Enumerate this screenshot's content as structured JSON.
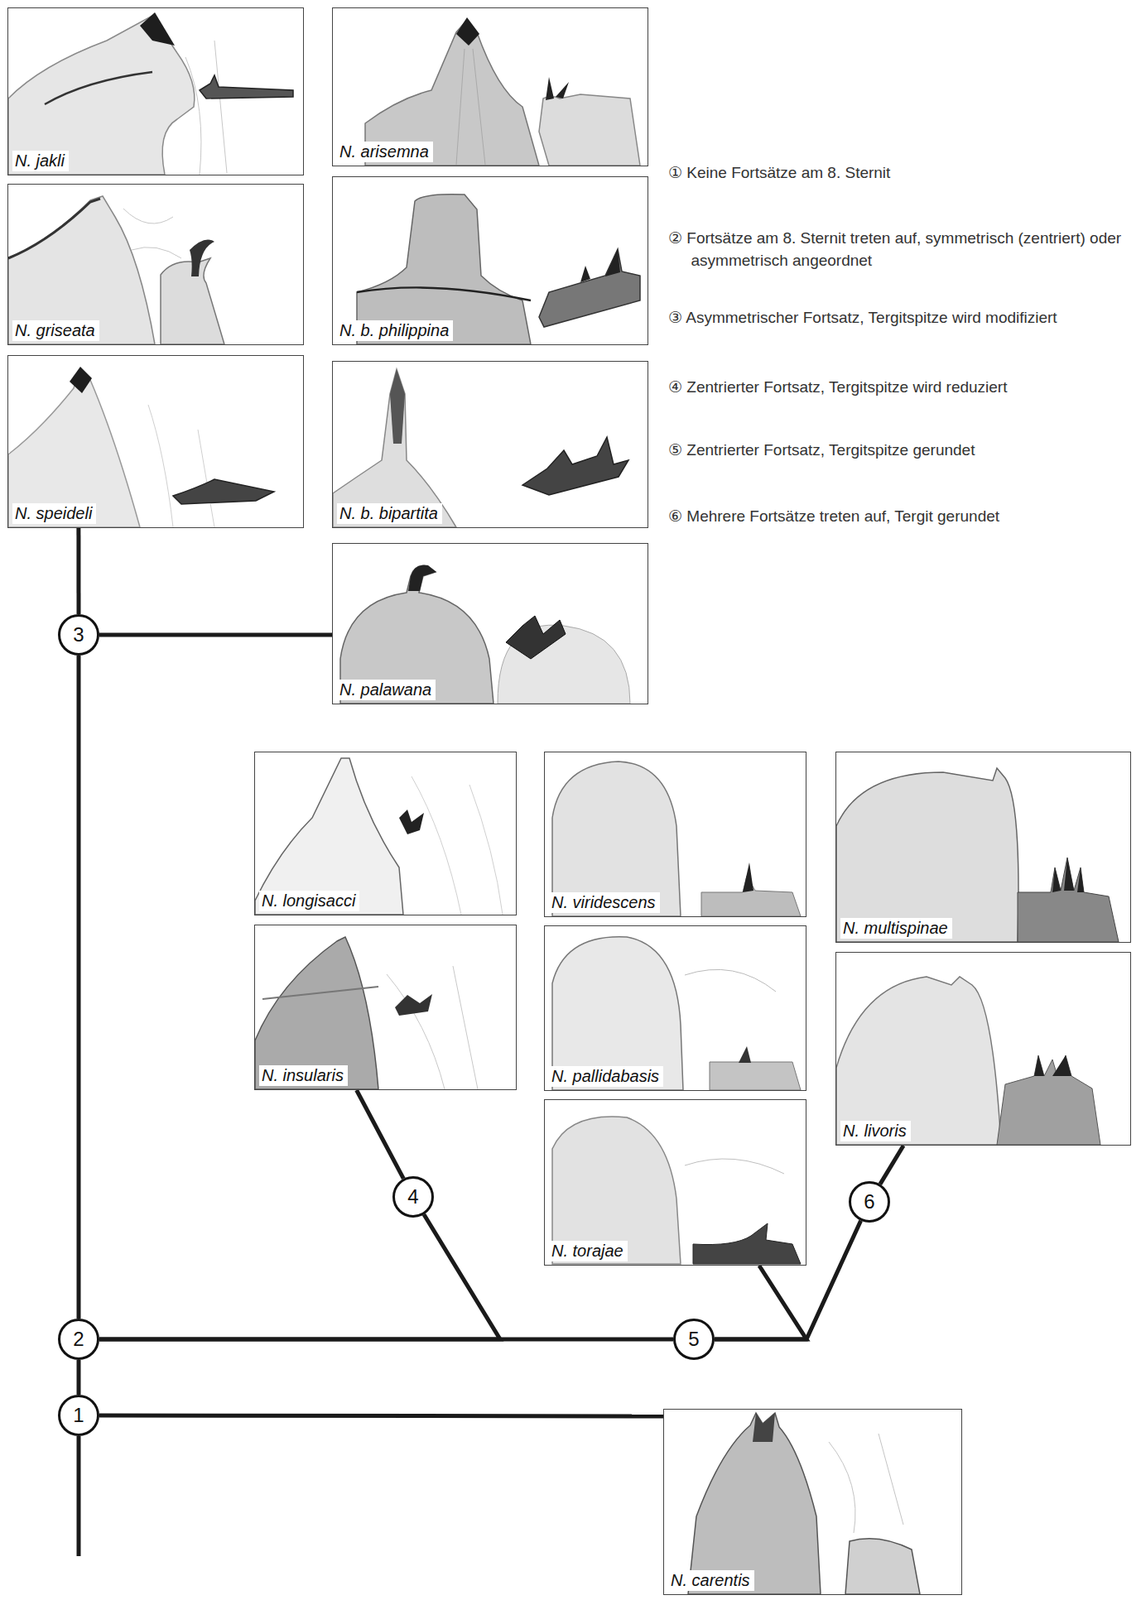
{
  "diagram": {
    "nodes": [
      {
        "text": [
          "N. jakli"
        ]
      },
      {
        "text": [
          "N. arisemna"
        ]
      },
      {
        "text": [
          "N. griseata"
        ]
      },
      {
        "text": [
          "N. b. philippina"
        ]
      },
      {
        "text": [
          "N. speideli"
        ]
      },
      {
        "text": [
          "N. b. bipartita"
        ]
      },
      {
        "text": [
          "N. palawana"
        ]
      },
      {
        "text": [
          "3"
        ]
      },
      {
        "text": [
          "N. longisacci"
        ]
      },
      {
        "text": [
          "N. viridescens"
        ]
      },
      {
        "text": [
          "N. multispinae"
        ]
      },
      {
        "text": [
          "N. insularis"
        ]
      },
      {
        "text": [
          "N. pallidabasis"
        ]
      },
      {
        "text": [
          "N. livoris"
        ]
      },
      {
        "text": [
          "N. torajae"
        ]
      },
      {
        "text": [
          "4"
        ]
      },
      {
        "text": [
          "6"
        ]
      },
      {
        "text": [
          "2"
        ]
      },
      {
        "text": [
          "5"
        ]
      },
      {
        "text": [
          "1"
        ]
      },
      {
        "text": [
          "N. carentis"
        ]
      }
    ],
    "edges": [
      {
        "from": 7,
        "to": 4,
        "arrow": "none"
      },
      {
        "from": 7,
        "to": 6,
        "arrow": "none"
      },
      {
        "from": 17,
        "to": 7,
        "arrow": "none"
      },
      {
        "from": 17,
        "to": 15,
        "arrow": "none"
      },
      {
        "from": 15,
        "to": 11,
        "arrow": "none"
      },
      {
        "from": 17,
        "to": 18,
        "arrow": "none"
      },
      {
        "from": 18,
        "to": 14,
        "arrow": "none"
      },
      {
        "from": 18,
        "to": 16,
        "arrow": "none"
      },
      {
        "from": 16,
        "to": 13,
        "arrow": "none"
      },
      {
        "from": 19,
        "to": 17,
        "arrow": "none"
      },
      {
        "from": 19,
        "to": 20,
        "arrow": "none"
      }
    ],
    "labels": [
      "① Keine Fortsätze am 8. Sternit",
      "② Fortsätze am 8. Sternit treten auf, symmetrisch (zentriert) oder asymmetrisch angeordnet",
      "③ Asymmetrischer Fortsatz, Tergitspitze wird modifiziert",
      "④ Zentrierter Fortsatz, Tergitspitze wird reduziert",
      "⑤ Zentrierter Fortsatz, Tergitspitze gerundet",
      "⑥ Mehrere Fortsätze treten auf, Tergit gerundet"
    ]
  }
}
